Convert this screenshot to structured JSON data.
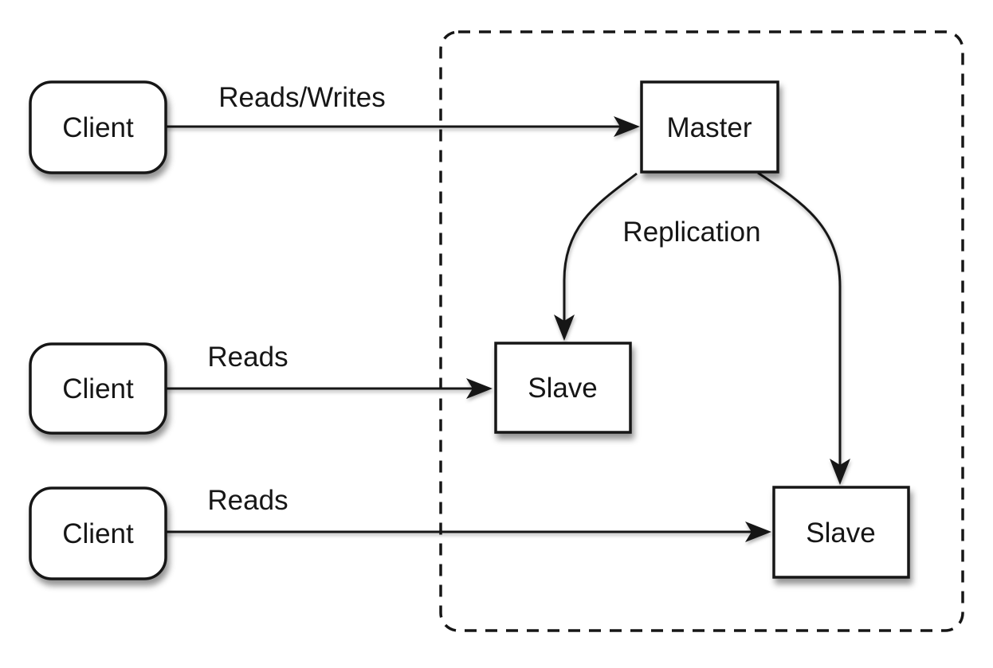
{
  "diagram": {
    "nodes": {
      "client1": {
        "label": "Client"
      },
      "client2": {
        "label": "Client"
      },
      "client3": {
        "label": "Client"
      },
      "master": {
        "label": "Master"
      },
      "slave1": {
        "label": "Slave"
      },
      "slave2": {
        "label": "Slave"
      }
    },
    "edge_labels": {
      "reads_writes": "Reads/Writes",
      "reads_middle": "Reads",
      "reads_bottom": "Reads",
      "replication": "Replication"
    },
    "colors": {
      "background": "#ffffff",
      "line": "#161616",
      "node_fill": "#ffffff",
      "node_border": "#161616",
      "master_gradient_top": "#aeaeae",
      "master_gradient_mid": "#cfcfcf",
      "master_gradient_bottom": "#e9e9e9",
      "text": "#161616"
    }
  }
}
